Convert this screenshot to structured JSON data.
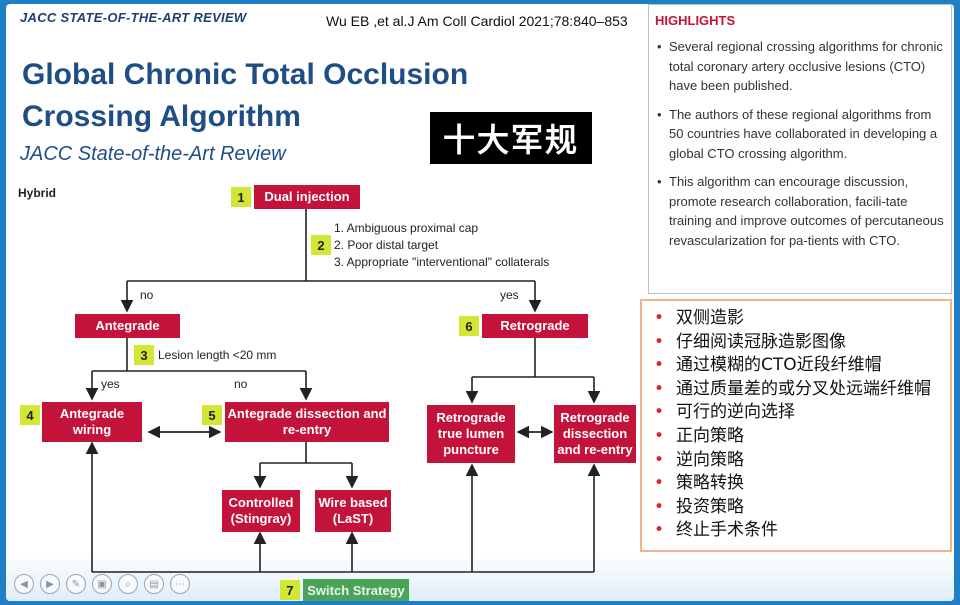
{
  "journal_tag": "JACC STATE-OF-THE-ART REVIEW",
  "citation": "Wu EB ,et al.J Am Coll Cardiol 2021;78:840–853",
  "title_line1": "Global Chronic Total Occlusion",
  "title_line2": "Crossing Algorithm",
  "subtitle": "JACC State-of-the-Art Review",
  "stamp_text": "十大军规",
  "highlights": {
    "title": "HIGHLIGHTS",
    "items": [
      "Several regional crossing algorithms for chronic total coronary artery occlusive lesions (CTO) have been published.",
      "The authors of these regional algorithms from 50 countries have collaborated in developing a global CTO crossing algorithm.",
      "This algorithm can encourage discussion, promote research collaboration, facili-tate training and improve outcomes of percutaneous revascularization for pa-tients with CTO."
    ]
  },
  "diagram": {
    "section_label": "Hybrid",
    "nodes": {
      "dual": {
        "num": "1",
        "label": "Dual injection"
      },
      "antegrade": {
        "label": "Antegrade"
      },
      "retrograde": {
        "num": "6",
        "label": "Retrograde"
      },
      "ant_wiring": {
        "num": "4",
        "label": "Antegrade wiring"
      },
      "ant_dissection": {
        "num": "5",
        "label": "Antegrade dissection and re-entry"
      },
      "controlled": {
        "label": "Controlled (Stingray)"
      },
      "wire_based": {
        "label": "Wire based (LaST)"
      },
      "retro_true": {
        "label": "Retrograde true lumen puncture"
      },
      "retro_dissection": {
        "label": "Retrograde dissection and re-entry"
      },
      "switch": {
        "num": "7",
        "label": "Switch Strategy"
      }
    },
    "step2": {
      "num": "2",
      "conditions": [
        "1. Ambiguous proximal cap",
        "2. Poor distal target",
        "3. Appropriate \"interventional\" collaterals"
      ]
    },
    "step3": {
      "num": "3",
      "label": "Lesion length <20 mm"
    },
    "labels": {
      "no1": "no",
      "yes1": "yes",
      "yes2": "yes",
      "no2": "no"
    }
  },
  "cn_notes": [
    "双侧造影",
    "仔细阅读冠脉造影图像",
    "通过模糊的CTO近段纤维帽",
    "通过质量差的或分叉处远端纤维帽",
    "可行的逆向选择",
    "正向策略",
    "逆向策略",
    "策略转换",
    "投资策略",
    "终止手术条件"
  ],
  "toolbar": [
    "◀",
    "▶",
    "✎",
    "▣",
    "⌕",
    "▤",
    "⋯"
  ],
  "colors": {
    "node_red": "#c4133b",
    "step_yellow": "#d3e535",
    "switch_green": "#4ba35a",
    "title_blue": "#1f4e86"
  }
}
